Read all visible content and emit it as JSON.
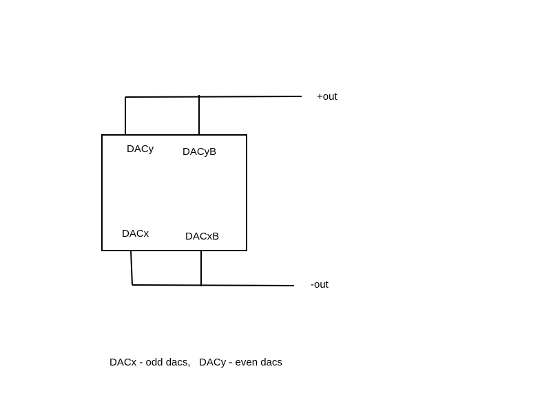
{
  "labels": {
    "dac_y": "DACy",
    "dac_yb": "DACyB",
    "dac_x": "DACx",
    "dac_xb": "DACxB",
    "plus_out": "+out",
    "minus_out": "-out",
    "note": "DACx - odd dacs,   DACy - even dacs"
  },
  "colors": {
    "line": "#000000",
    "background": "#ffffff"
  }
}
